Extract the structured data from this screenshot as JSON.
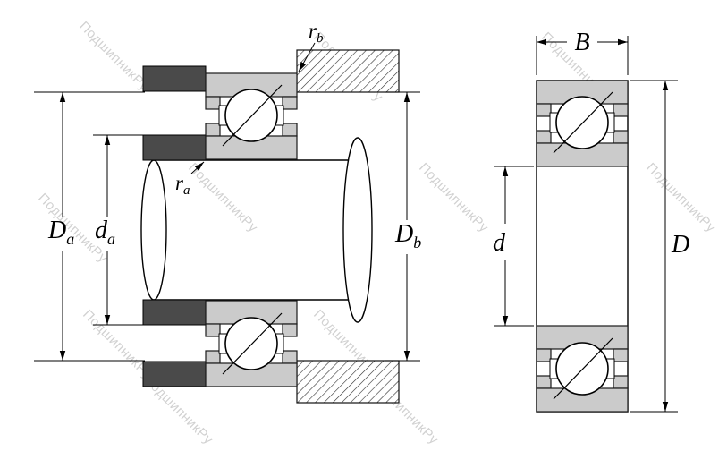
{
  "watermark": "ПодшипникРу",
  "left_view": {
    "dim_Da": {
      "main": "D",
      "sub": "a"
    },
    "dim_da": {
      "main": "d",
      "sub": "a"
    },
    "dim_Db": {
      "main": "D",
      "sub": "b"
    },
    "dim_ra": {
      "main": "r",
      "sub": "a"
    },
    "dim_rb": {
      "main": "r",
      "sub": "b"
    }
  },
  "right_view": {
    "dim_B": "B",
    "dim_d": "d",
    "dim_D": "D"
  },
  "colors": {
    "line": "#000000",
    "race_fill": "#cbcbcb",
    "spacer_fill": "#4a4a4a",
    "hatch_line": "#2f2f2f",
    "watermark": "#b4b4b4",
    "background": "#ffffff"
  }
}
